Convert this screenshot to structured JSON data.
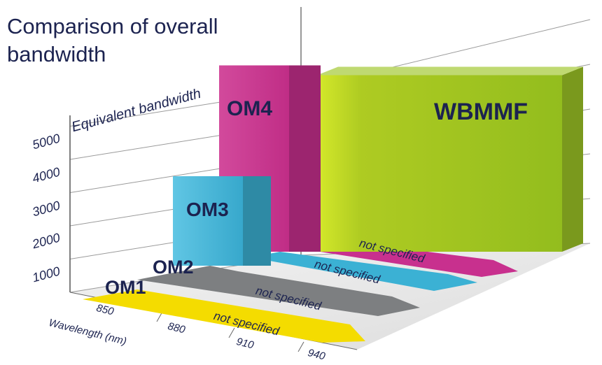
{
  "chart_data": {
    "type": "bar",
    "title_lines": [
      "Comparison of overall",
      "bandwidth"
    ],
    "ylabel": "Equivalent bandwidth",
    "xlabel": "Wavelength (nm)",
    "yticks": [
      "1000",
      "2000",
      "3000",
      "4000",
      "5000"
    ],
    "xticks": [
      "850",
      "880",
      "910",
      "940"
    ],
    "grid": true,
    "series": [
      {
        "name": "OM1",
        "color": "#f4dc00",
        "bar_value": 0,
        "strip_note": "not specified"
      },
      {
        "name": "OM2",
        "color": "#7d7f81",
        "bar_value": 0,
        "strip_note": "not specified"
      },
      {
        "name": "OM3",
        "color": "#3bb1d4",
        "bar_value": 2000,
        "strip_note": "not specified"
      },
      {
        "name": "OM4",
        "color": "#c8308e",
        "bar_value": 4700,
        "strip_note": "not specified"
      },
      {
        "name": "WBMMF",
        "color": "#9cc425",
        "bar_value": 4700
      }
    ]
  }
}
